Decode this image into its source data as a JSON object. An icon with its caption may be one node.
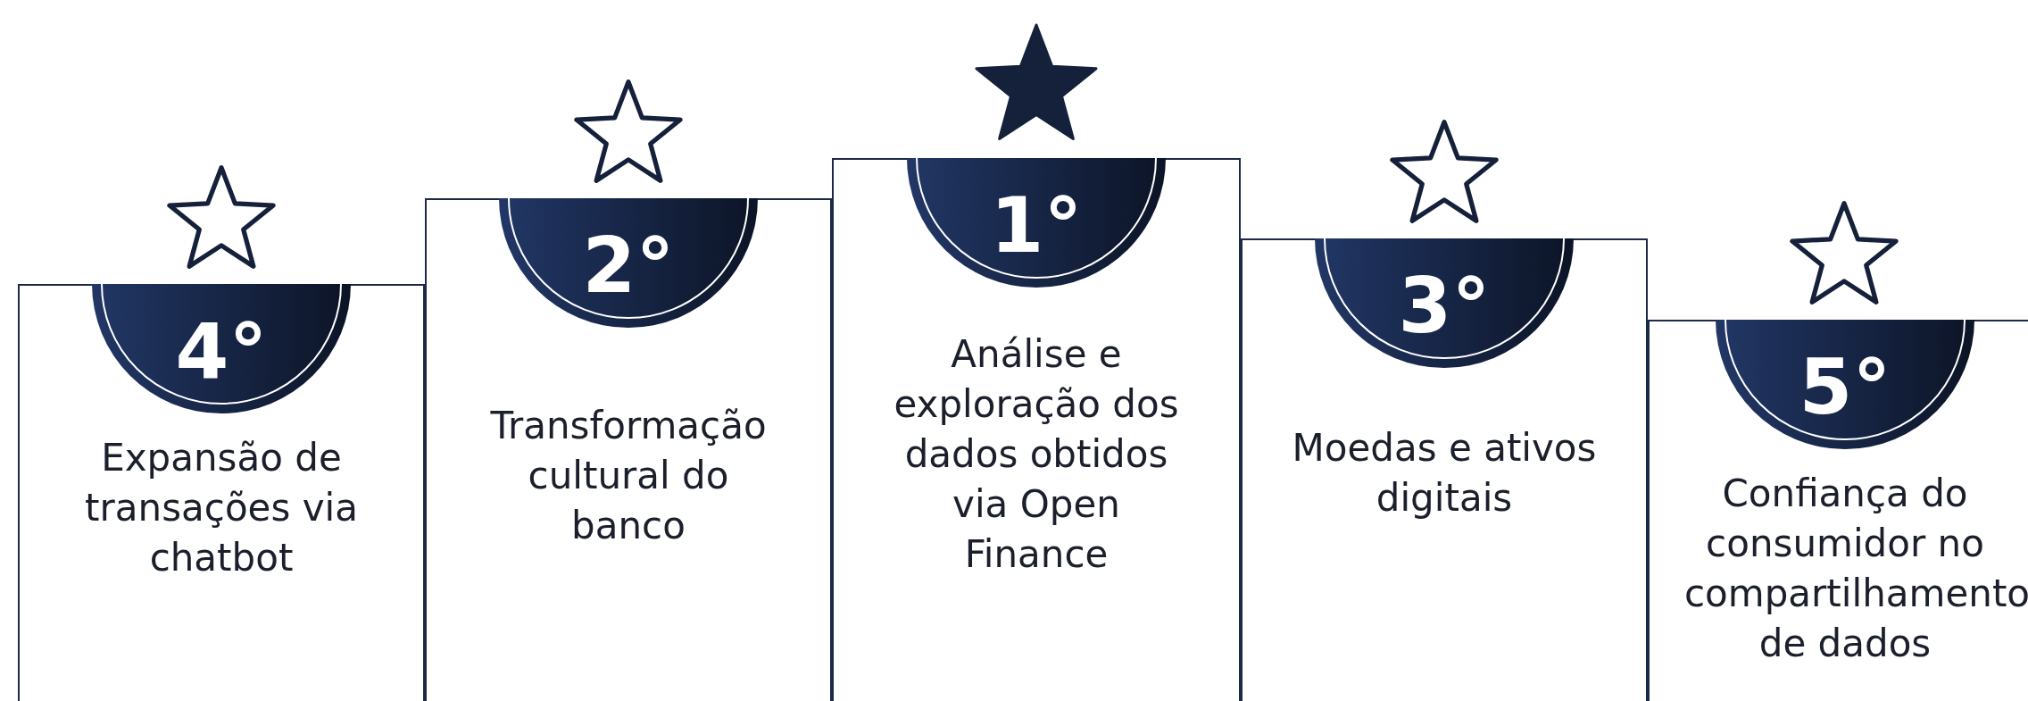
{
  "diagram": {
    "nodes": [
      {
        "text": [
          "Expansão de transações via chatbot"
        ]
      },
      {
        "text": [
          "4°"
        ],
        "in": 0
      },
      {
        "text": [
          "Transformação cultural do banco"
        ]
      },
      {
        "text": [
          "2°"
        ],
        "in": 2
      },
      {
        "text": [
          "Análise e exploração dos dados obtidos via Open Finance"
        ]
      },
      {
        "text": [
          "1°"
        ],
        "in": 4
      },
      {
        "text": [
          "Moedas e ativos digitais"
        ]
      },
      {
        "text": [
          "3°"
        ],
        "in": 6
      },
      {
        "text": [
          "Confiança do consumidor no compartilhamento de dados"
        ]
      },
      {
        "text": [
          "5°"
        ],
        "in": 8
      }
    ]
  }
}
